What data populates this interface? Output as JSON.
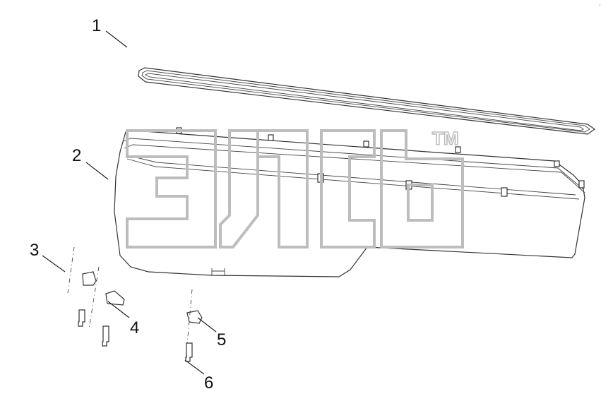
{
  "diagram": {
    "callouts": [
      {
        "id": "1",
        "label": "1"
      },
      {
        "id": "2",
        "label": "2"
      },
      {
        "id": "3",
        "label": "3"
      },
      {
        "id": "4",
        "label": "4"
      },
      {
        "id": "5",
        "label": "5"
      },
      {
        "id": "6",
        "label": "6"
      }
    ]
  },
  "watermark": {
    "logo": "элс",
    "trademark": "TM",
    "color": "#bdbdbd"
  }
}
